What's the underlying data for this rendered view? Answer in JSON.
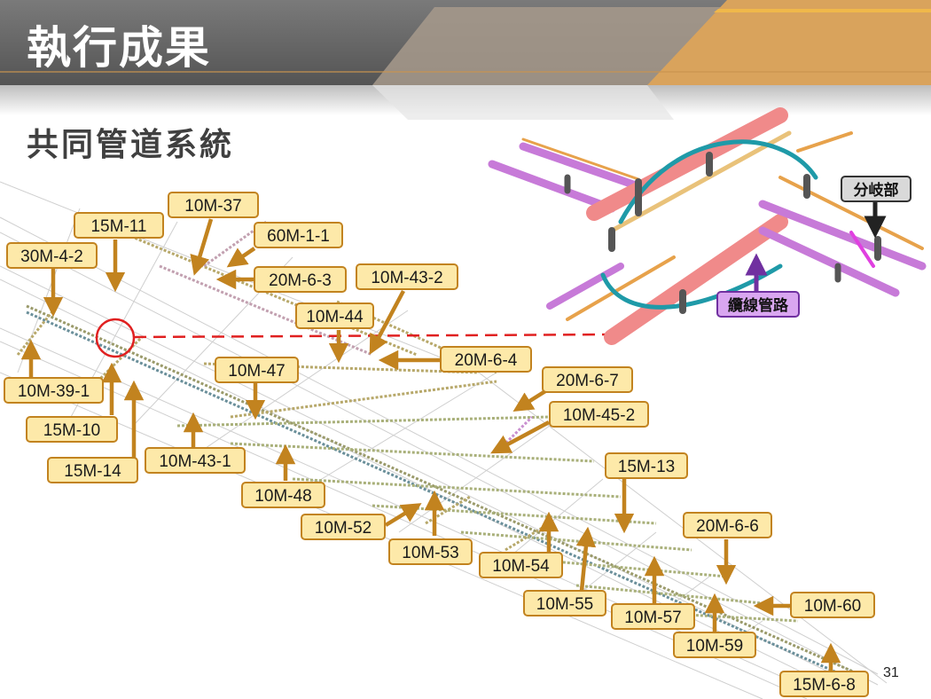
{
  "header": {
    "title": "執行成果",
    "subtitle": "共同管道系統"
  },
  "callouts": {
    "branch": "分岐部",
    "cable": "纜線管路"
  },
  "labels": {
    "l_10m37": "10M-37",
    "l_15m11": "15M-11",
    "l_60m11": "60M-1-1",
    "l_30m42": "30M-4-2",
    "l_20m63": "20M-6-3",
    "l_10m432": "10M-43-2",
    "l_10m44": "10M-44",
    "l_20m64": "20M-6-4",
    "l_10m47": "10M-47",
    "l_20m67": "20M-6-7",
    "l_10m391": "10M-39-1",
    "l_10m452": "10M-45-2",
    "l_15m10": "15M-10",
    "l_15m14": "15M-14",
    "l_10m431": "10M-43-1",
    "l_15m13": "15M-13",
    "l_10m48": "10M-48",
    "l_10m52": "10M-52",
    "l_20m66": "20M-6-6",
    "l_10m53": "10M-53",
    "l_10m54": "10M-54",
    "l_10m55": "10M-55",
    "l_10m57": "10M-57",
    "l_10m60": "10M-60",
    "l_10m59": "10M-59",
    "l_15m68": "15M-6-8"
  },
  "page_number": "31",
  "colors": {
    "label_fill": "#fde9a9",
    "label_border": "#c2831f",
    "arrow": "#c2831f",
    "marker": "#e02020",
    "branch_tag": "#d9d9d9",
    "cable_tag": "#d9a6f0",
    "cable_arrow": "#7030a0"
  }
}
